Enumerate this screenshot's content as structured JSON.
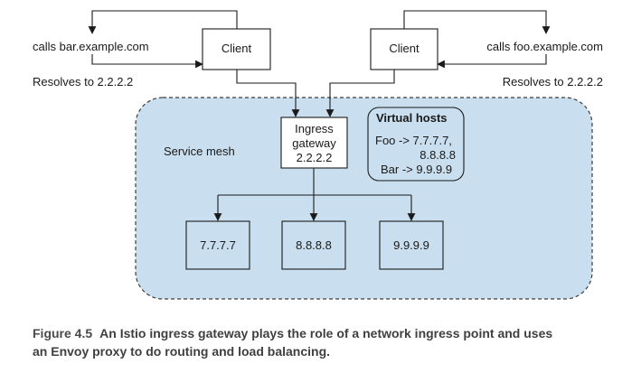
{
  "diagram": {
    "left_call": "calls bar.example.com",
    "left_resolve": "Resolves to 2.2.2.2",
    "right_call": "calls foo.example.com",
    "right_resolve": "Resolves to 2.2.2.2",
    "client_left": "Client",
    "client_right": "Client",
    "mesh_label": "Service mesh",
    "gateway_lines": [
      "Ingress",
      "gateway",
      "2.2.2.2"
    ],
    "vhosts": {
      "title": "Virtual hosts",
      "line1": "Foo -> 7.7.7.7,",
      "line2": "8.8.8.8",
      "line3": "Bar -> 9.9.9.9"
    },
    "services": [
      "7.7.7.7",
      "8.8.8.8",
      "9.9.9.9"
    ]
  },
  "caption": {
    "figure_number": "Figure 4.5",
    "text_line1": "An Istio ingress gateway plays the role of a network ingress point and uses",
    "text_line2": "an Envoy proxy to do routing and load balancing."
  },
  "colors": {
    "mesh_fill": "#c9deee",
    "mesh_border": "#3c3c3c",
    "box_fill": "#c9deee",
    "stroke": "#1a1a1a"
  }
}
